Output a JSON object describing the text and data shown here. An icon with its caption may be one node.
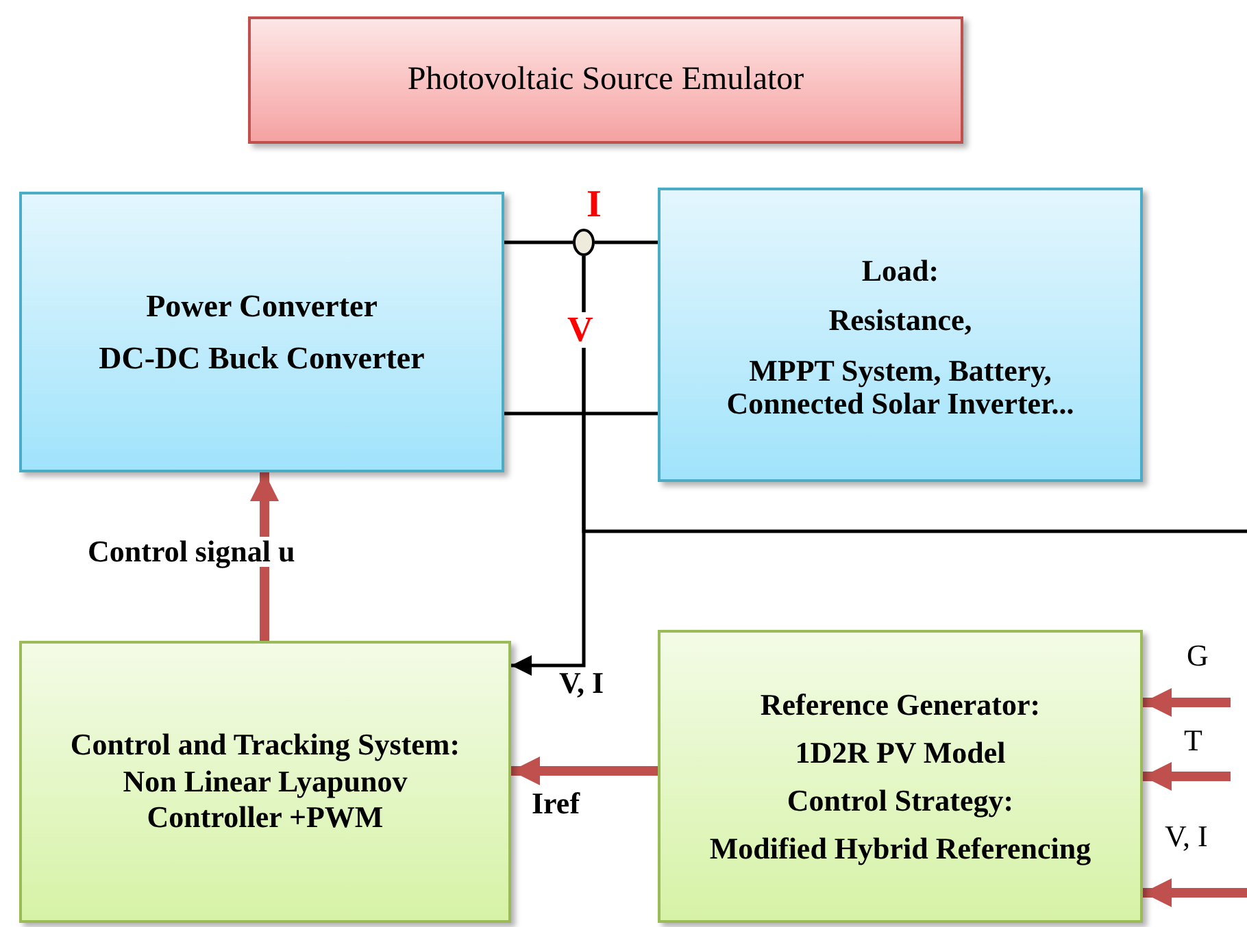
{
  "diagram": {
    "nodes": [
      {
        "text": [
          "Photovoltaic Source Emulator"
        ]
      },
      {
        "text": [
          "Power Converter",
          "DC-DC Buck Converter"
        ]
      },
      {
        "text": [
          "Load:",
          "Resistance,",
          "MPPT System, Battery, Connected Solar Inverter..."
        ]
      },
      {
        "text": [],
        "shape": "circle",
        "beside": [
          "I"
        ]
      },
      {
        "text": [
          "Control and Tracking System: Non Linear Lyapunov Controller +PWM"
        ]
      },
      {
        "text": [
          "Reference Generator:",
          "1D2R PV Model",
          "Control Strategy:",
          "Modified Hybrid Referencing"
        ]
      }
    ],
    "edges": [
      {
        "from": 1,
        "to": 3,
        "arrow": "none"
      },
      {
        "from": 3,
        "to": 2,
        "arrow": "none"
      },
      {
        "from": 1,
        "to": 2,
        "arrow": "none"
      },
      {
        "from": 3,
        "to": 4,
        "arrow": "to",
        "label": "V, I"
      },
      {
        "from": 3,
        "to": null,
        "arrow": "none"
      },
      {
        "from": 4,
        "to": 1,
        "arrow": "to",
        "label": "Control signal u",
        "style": "thick",
        "color": "#c0504d"
      },
      {
        "from": 5,
        "to": 4,
        "arrow": "to",
        "label": "Iref",
        "style": "thick",
        "color": "#c0504d"
      },
      {
        "from": null,
        "to": 5,
        "arrow": "to",
        "label": "G",
        "style": "thick",
        "color": "#c0504d"
      },
      {
        "from": null,
        "to": 5,
        "arrow": "to",
        "label": "T",
        "style": "thick",
        "color": "#c0504d"
      },
      {
        "from": null,
        "to": 5,
        "arrow": "to",
        "label": "V, I",
        "style": "thick",
        "color": "#c0504d"
      }
    ],
    "labels": [
      "V"
    ]
  }
}
